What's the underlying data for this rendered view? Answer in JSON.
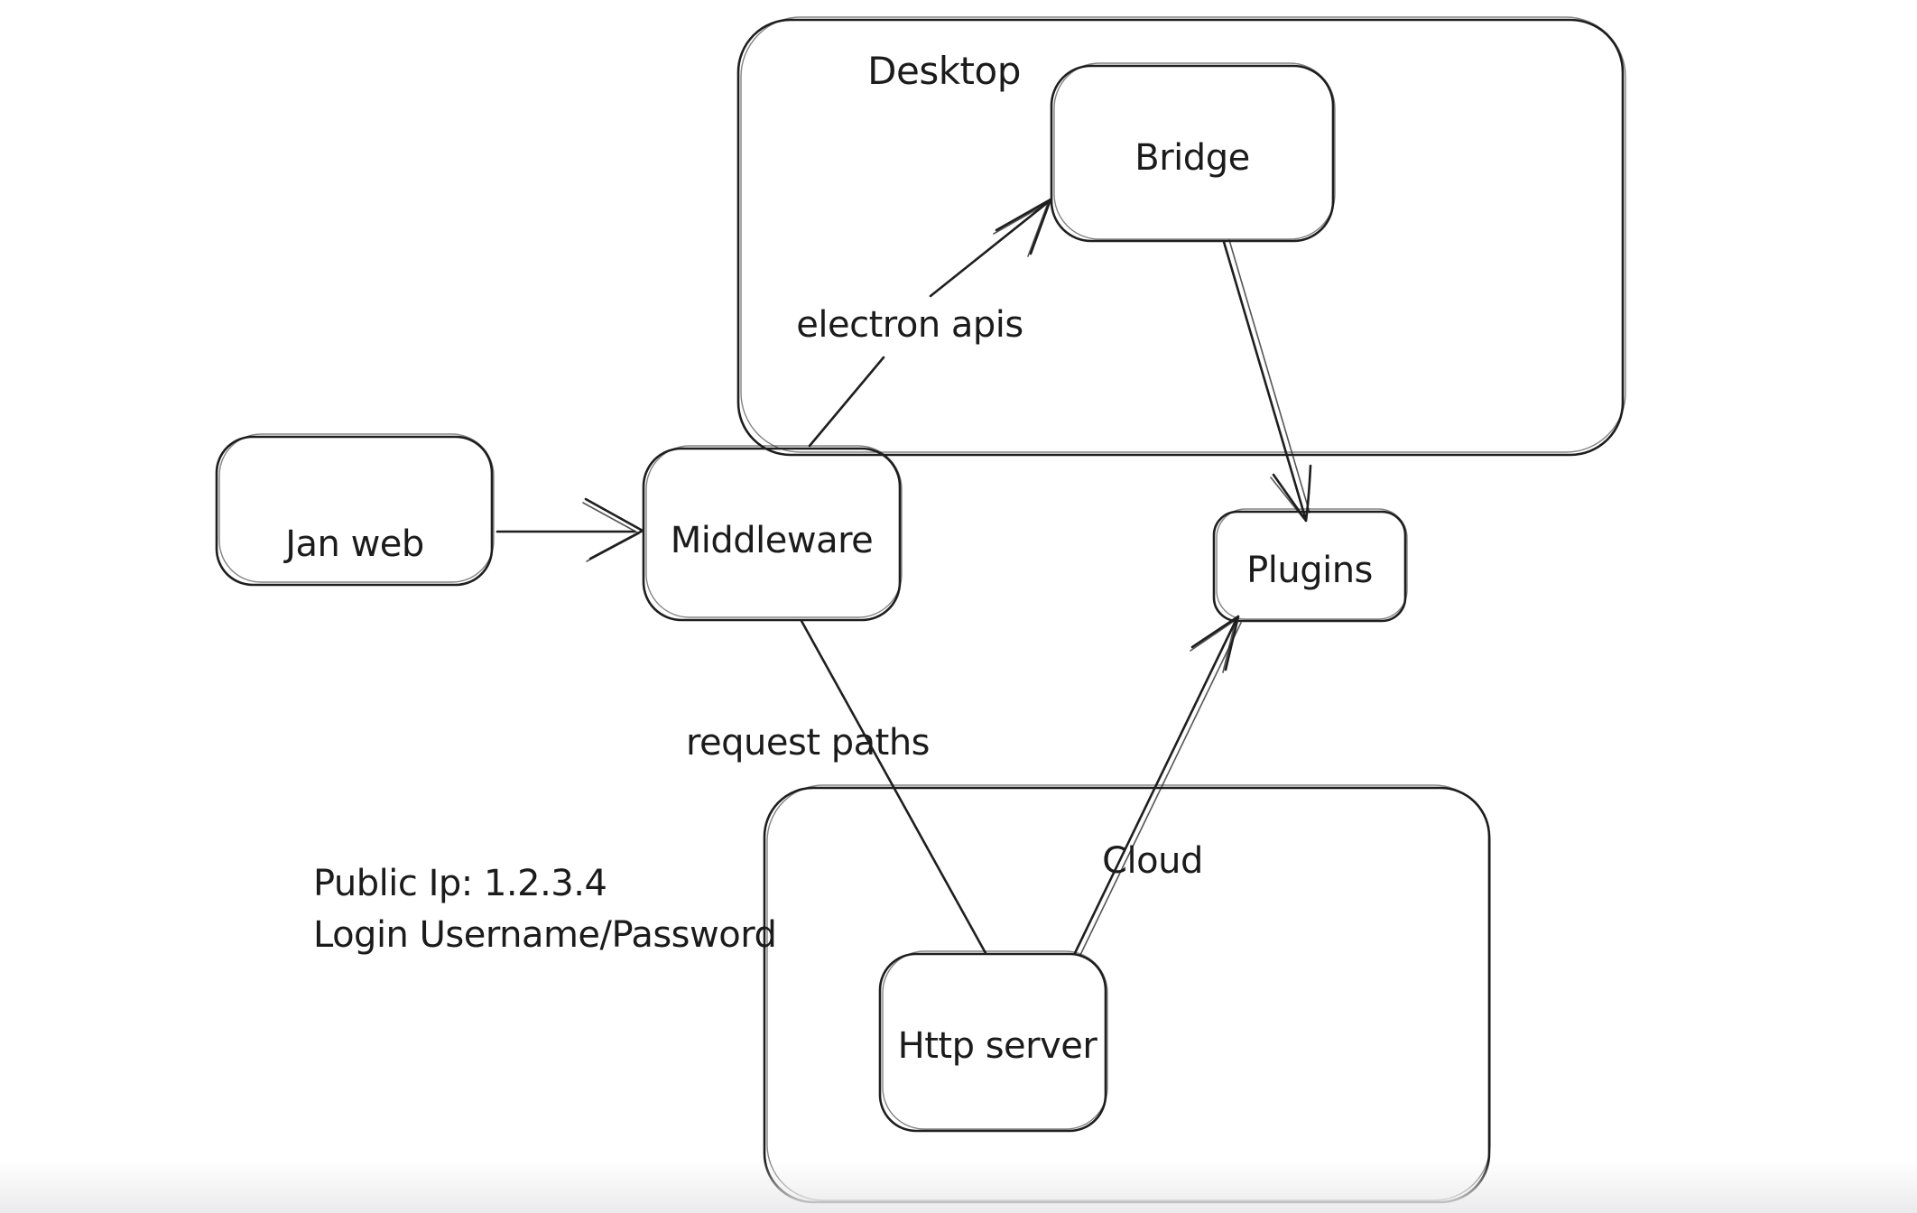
{
  "canvas": {
    "background": "#ffffff",
    "stroke_color": "#1e1e1e",
    "text_color": "#1b1b1b"
  },
  "containers": [
    {
      "label": "Desktop"
    },
    {
      "label": "Cloud"
    }
  ],
  "nodes": [
    {
      "label": "Jan web"
    },
    {
      "label": "Middleware"
    },
    {
      "label": "Bridge"
    },
    {
      "label": "Plugins"
    },
    {
      "label": "Http server"
    }
  ],
  "edges": [
    {
      "from": "Jan web",
      "to": "Middleware",
      "label": ""
    },
    {
      "from": "Middleware",
      "to": "Bridge",
      "label": "electron apis"
    },
    {
      "from": "Bridge",
      "to": "Plugins",
      "label": ""
    },
    {
      "from": "Middleware",
      "to": "Http server",
      "label": "request paths"
    },
    {
      "from": "Http server",
      "to": "Plugins",
      "label": ""
    }
  ],
  "annotations": [
    {
      "text": "Public Ip: 1.2.3.4"
    },
    {
      "text": "Login Username/Password"
    }
  ]
}
